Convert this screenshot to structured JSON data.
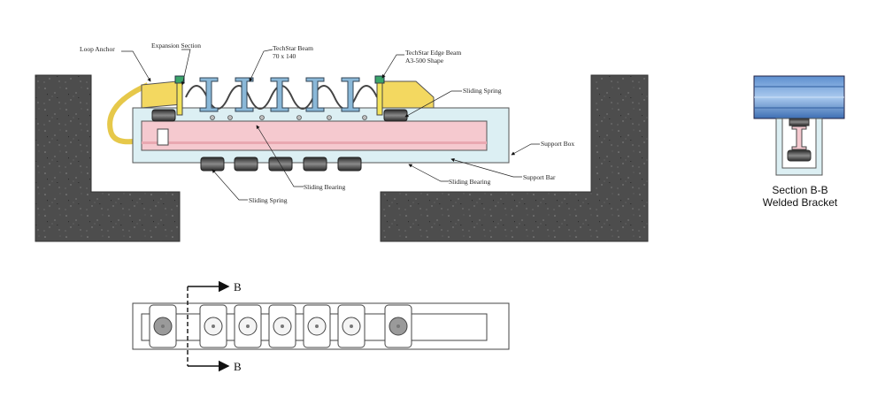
{
  "labels": {
    "loop_anchor": "Loop Anchor",
    "expansion_section": "Expansion Section",
    "techstar_beam_line1": "TechStar Beam",
    "techstar_beam_line2": "70 x 140",
    "edge_beam_line1": "TechStar Edge Beam",
    "edge_beam_line2": "A3-500 Shape",
    "sliding_spring_top": "Sliding Spring",
    "support_box": "Support Box",
    "support_bar": "Support Bar",
    "sliding_bearing_right": "Sliding Bearing",
    "sliding_bearing_left": "Sliding Bearing",
    "sliding_spring_bottom": "Sliding Spring"
  },
  "section": {
    "title": "Section B-B",
    "subtitle": "Welded Bracket"
  },
  "section_marks": {
    "top": "B",
    "bottom": "B"
  },
  "colors": {
    "concrete": "#4a4a4a",
    "support_box": "#dceff3",
    "support_bar": "#f5c9cf",
    "beam": "#8ab8d8",
    "edge_beam": "#f2e25a",
    "anchor": "#f3d860",
    "green_clip": "#3aa56a"
  }
}
